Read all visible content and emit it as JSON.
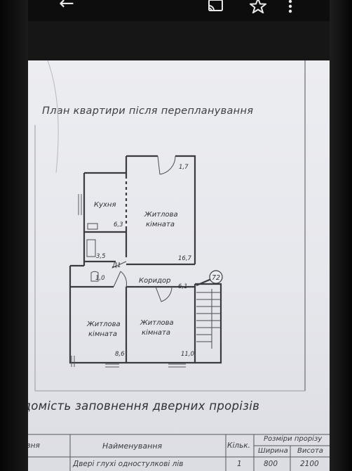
{
  "statusbar": {
    "back_icon": "back-arrow-icon",
    "cast_icon": "cast-icon",
    "star_icon": "star-icon",
    "menu_icon": "more-vert-icon"
  },
  "drawing": {
    "title": "План квартири після перепланування",
    "rooms": {
      "kitchen": {
        "name": "Кухня",
        "area": "6,3"
      },
      "living1": {
        "name_line1": "Житлова",
        "name_line2": "кімната",
        "area": "16,7"
      },
      "bath": {
        "area": "3,5"
      },
      "wc": {
        "area": "1,0"
      },
      "corridor": {
        "name": "Коридор",
        "area": "6,1"
      },
      "living2": {
        "name_line1": "Житлова",
        "name_line2": "кімната",
        "area": "8,6"
      },
      "living3": {
        "name_line1": "Житлова",
        "name_line2": "кімната",
        "area": "11,0"
      },
      "balcony": {
        "area": "1,7"
      }
    },
    "door_mark": "Д1",
    "stair_number": "72"
  },
  "schedule": {
    "title": "Відомість заповнення дверних прорізів",
    "headers": {
      "col1": "зня",
      "name": "Найменування",
      "qty": "Кільк.",
      "sizes": "Розміри прорізу",
      "width": "Ширина",
      "height": "Висота"
    },
    "row1": {
      "name": "Двері глухі одностулкові лів",
      "qty": "1",
      "width": "800",
      "height": "2100"
    }
  }
}
